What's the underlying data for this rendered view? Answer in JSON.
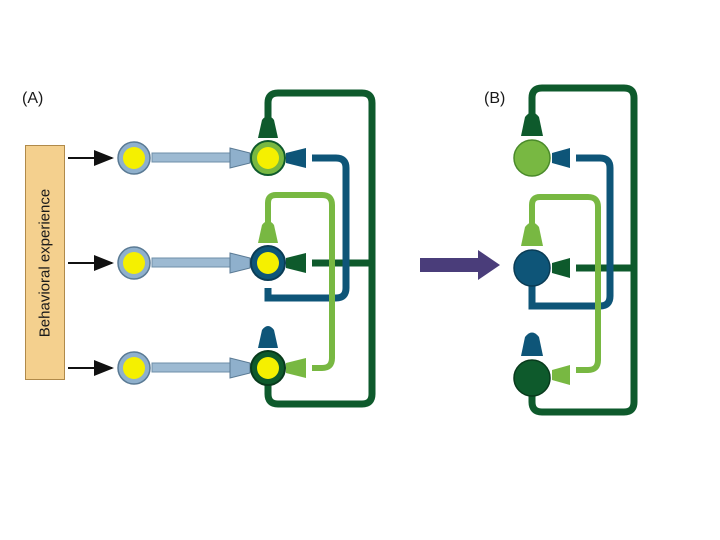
{
  "panels": {
    "a_label": "(A)",
    "b_label": "(B)"
  },
  "input_box": {
    "label": "Behavioral experience"
  },
  "colors": {
    "dark_green": "#0e5a2c",
    "light_green": "#78b842",
    "teal_blue": "#0e5578",
    "pale_blue": "#8fb0cc",
    "yellow": "#f5f000",
    "purple_arrow": "#4a3d7a",
    "box_fill": "#f4d08e"
  },
  "icons": {
    "neuron": "neuron-cell-icon",
    "synapse": "synapse-terminal-icon",
    "arrow": "arrow-right-icon"
  }
}
